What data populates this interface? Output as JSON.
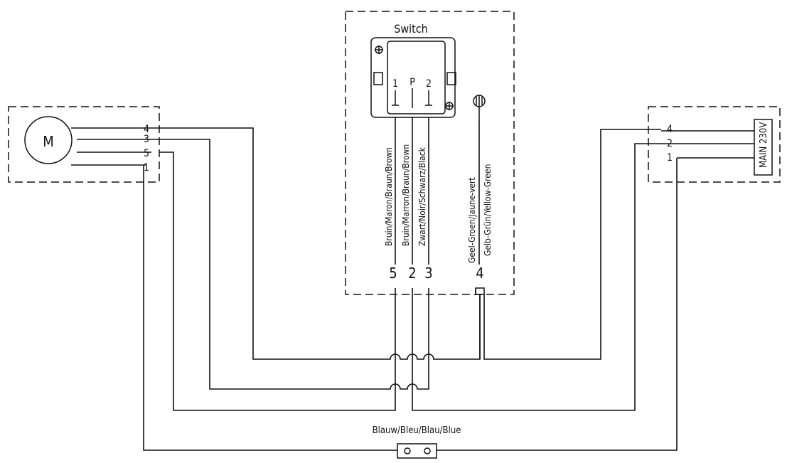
{
  "switch": {
    "title": "Switch",
    "pin_left": "1",
    "pin_middle": "P",
    "pin_right": "2"
  },
  "motor": {
    "symbol": "M",
    "terminals": [
      "4",
      "3",
      "5",
      "1"
    ]
  },
  "mains": {
    "label": "MAIN 230V",
    "terminals": [
      "4",
      "2",
      "1"
    ]
  },
  "wire_colors": {
    "brown_a": "Bruin/Maron/Braun/Brown",
    "brown_b": "Bruin/Marron/Braun/Brown",
    "black": "Zwart/Noir/Schwarz/Black",
    "green_nl_fr": "Geel-Groen/Jaune-vert",
    "green_de_en": "Gelb-Grün/Yellow-Green"
  },
  "connector_numbers": [
    "5",
    "2",
    "3",
    "4"
  ],
  "blue_wire": {
    "label": "Blauw/Bleu/Blau/Blue"
  }
}
